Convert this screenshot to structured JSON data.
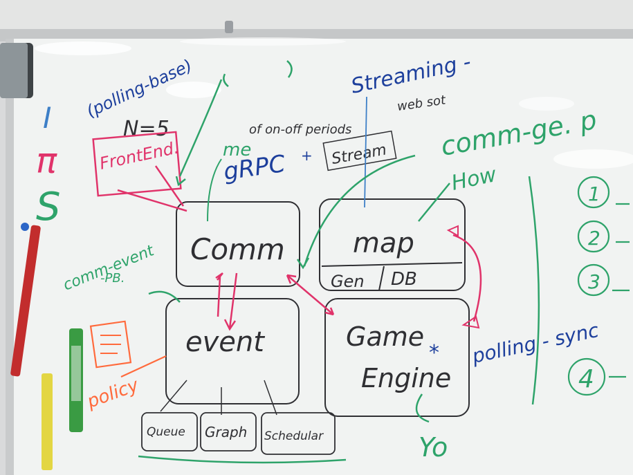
{
  "colors": {
    "wall": "#d9dadb",
    "board": "#f1f3f2",
    "frame": "#c5c7c8",
    "black_marker": "#2f2f33",
    "blue_marker": "#1d3f9c",
    "green_marker": "#2ea36a",
    "red_marker": "#e0336a",
    "light_blue_marker": "#3d7fc7"
  },
  "board": {
    "top_notes": {
      "polling_base": "(polling-base)",
      "n_eq": "N=5",
      "on_off": "of on-off periods",
      "streaming": "Streaming -",
      "websocket": "web sot",
      "grpc": "gRPC",
      "stream": "Stream",
      "me": "me",
      "frontend": "FrontEnd.",
      "comm_ge": "comm-ge. p",
      "how": "How"
    },
    "boxes": {
      "comm": "Comm",
      "map": "map",
      "gen": "Gen",
      "db": "DB",
      "event": "event",
      "game_engine_1": "Game",
      "game_engine_2": "Engine",
      "queue": "Queue",
      "graph": "Graph",
      "scheduler": "Schedular"
    },
    "side_notes": {
      "comm_event": "comm-event",
      "pb": "-PB.",
      "policy": "policy",
      "polling_sync": "polling - sync",
      "yo": "Yo",
      "star": "*"
    },
    "numbered_list": [
      "1",
      "2",
      "3",
      "4"
    ],
    "left_symbols": {
      "i": "I",
      "pi": "π",
      "s": "S"
    }
  }
}
